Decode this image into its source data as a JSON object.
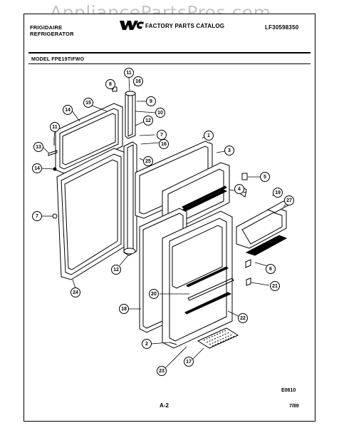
{
  "watermark": "AppliancePartsPros.com",
  "header": {
    "brand": "FRIGIDAIRE",
    "product": "REFRIGERATOR",
    "catalog_title": "FACTORY PARTS CATALOG",
    "catalog_code": "LF30598350",
    "model_label": "MODEL FPE19TIFWO"
  },
  "footer": {
    "diagram_code": "E0810",
    "page_number": "A-2",
    "date": "7/89"
  },
  "callouts": [
    "11",
    "16",
    "8",
    "9",
    "15",
    "10",
    "14",
    "12",
    "7",
    "11",
    "16",
    "13",
    "1",
    "25",
    "14",
    "3",
    "5",
    "4",
    "19",
    "27",
    "7",
    "12",
    "6",
    "24",
    "20",
    "21",
    "18",
    "22",
    "2",
    "17",
    "23"
  ]
}
